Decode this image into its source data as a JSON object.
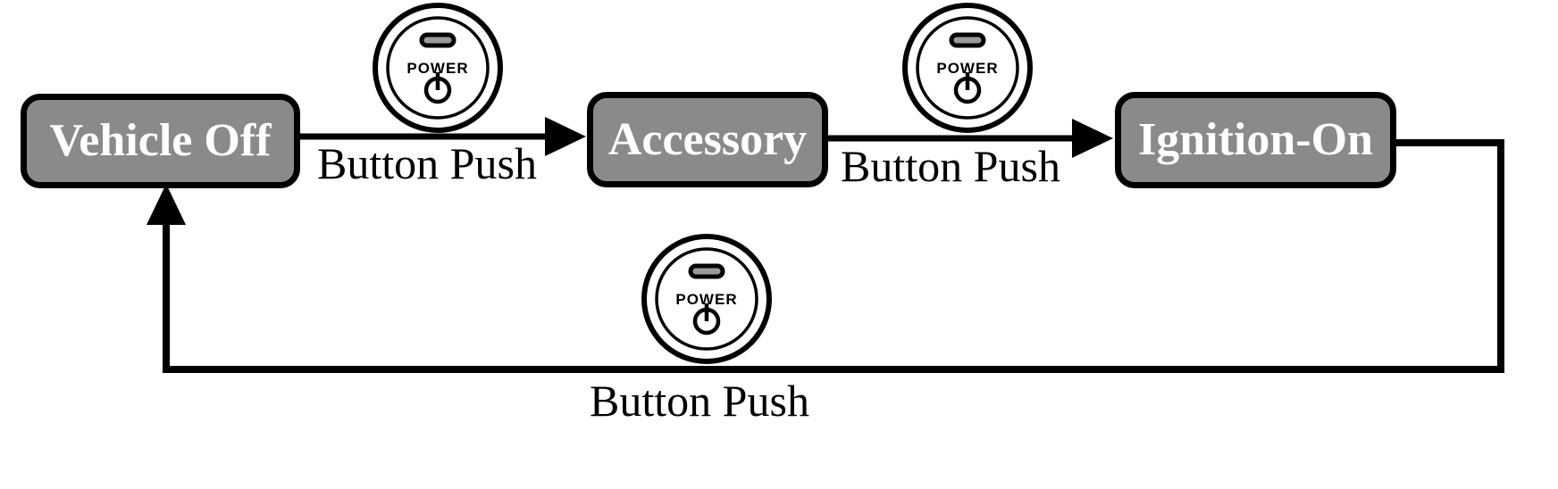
{
  "diagram": {
    "type": "state-diagram",
    "states": [
      {
        "id": "vehicle-off",
        "label": "Vehicle Off"
      },
      {
        "id": "accessory",
        "label": "Accessory"
      },
      {
        "id": "ignition-on",
        "label": "Ignition-On"
      }
    ],
    "transitions": [
      {
        "from": "vehicle-off",
        "to": "accessory",
        "label": "Button Push",
        "trigger_icon": "power-button-icon"
      },
      {
        "from": "accessory",
        "to": "ignition-on",
        "label": "Button Push",
        "trigger_icon": "power-button-icon"
      },
      {
        "from": "ignition-on",
        "to": "vehicle-off",
        "label": "Button Push",
        "trigger_icon": "power-button-icon"
      }
    ],
    "power_button_label": "POWER",
    "colors": {
      "background": "#ffffff",
      "state_fill": "#8a8a8a",
      "state_border": "#000000",
      "state_text": "#ffffff",
      "edge": "#000000",
      "edge_text": "#000000"
    }
  }
}
